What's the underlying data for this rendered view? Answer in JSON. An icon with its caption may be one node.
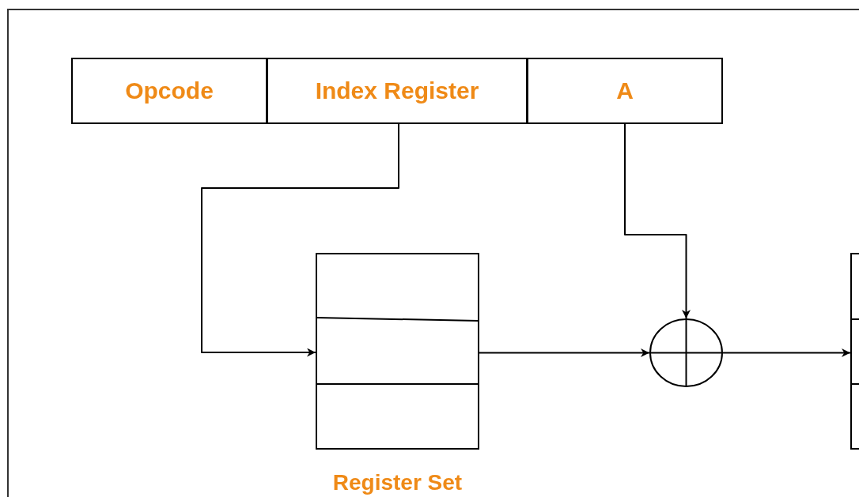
{
  "diagram": {
    "nodes": [
      {
        "text": [
          "Opcode"
        ]
      },
      {
        "text": [
          "Index Register"
        ]
      },
      {
        "text": [
          "A"
        ]
      },
      {
        "text": [
          "Register Set"
        ]
      },
      {
        "text": [],
        "shape": "circle"
      },
      {
        "text": [],
        "shape": "box"
      }
    ],
    "edges": [
      {
        "from": 1,
        "to": 3,
        "arrow": "to"
      },
      {
        "from": 2,
        "to": 4,
        "arrow": "to"
      },
      {
        "from": 3,
        "to": 4,
        "arrow": "to"
      },
      {
        "from": 4,
        "to": 5,
        "arrow": "to"
      }
    ]
  }
}
